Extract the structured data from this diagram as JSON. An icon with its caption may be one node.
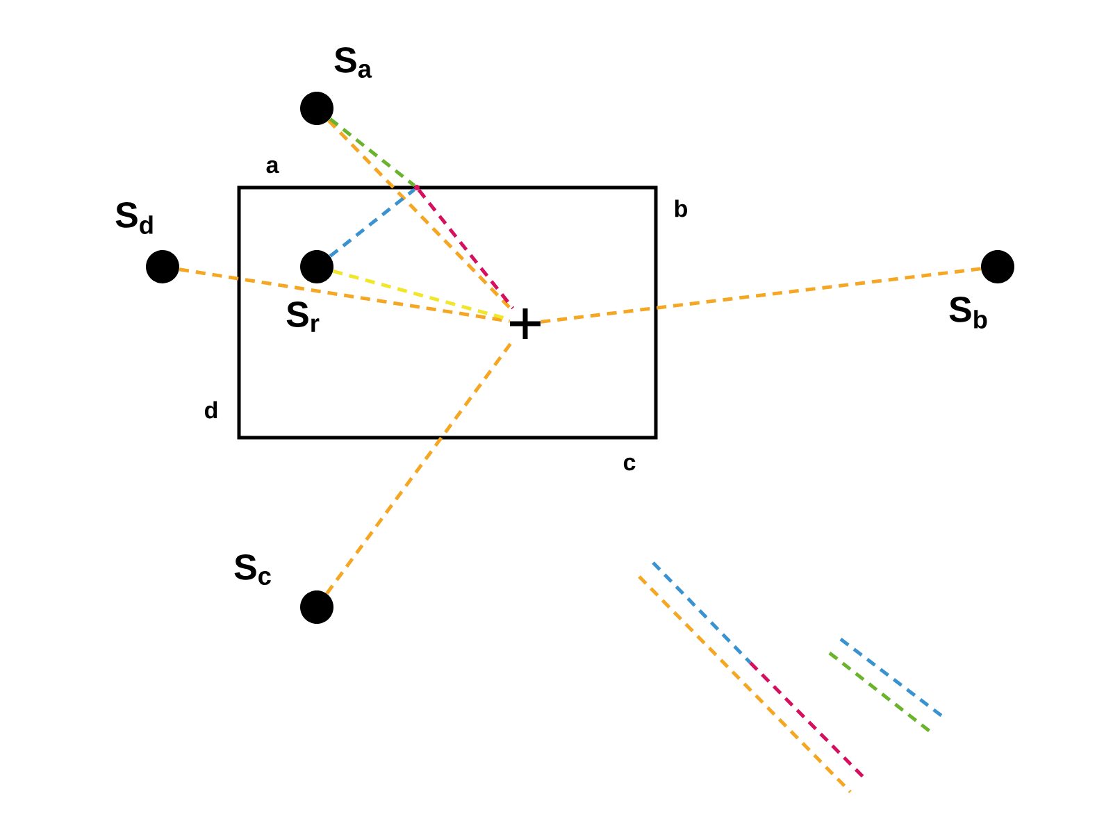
{
  "diagram": {
    "nodes": [
      {
        "text": [],
        "shape": "box"
      },
      {
        "text": [
          "S$_{a}$"
        ]
      },
      {
        "text": [
          "S$_{d}$"
        ]
      },
      {
        "text": [
          "S$_{r}$"
        ],
        "in": 0
      },
      {
        "text": [],
        "shape": "cross",
        "in": 0
      },
      {
        "text": [
          "S$_{b}$"
        ]
      },
      {
        "text": [
          "S$_{c}$"
        ]
      },
      {
        "text": [],
        "shape": "point"
      }
    ],
    "edges": [
      {
        "from": 1,
        "to": 4,
        "arrow": "none",
        "style": "dashed",
        "color": "#f5a623"
      },
      {
        "from": 2,
        "to": 4,
        "arrow": "none",
        "style": "dashed",
        "color": "#f5a623"
      },
      {
        "from": 5,
        "to": 4,
        "arrow": "none",
        "style": "dashed",
        "color": "#f5a623"
      },
      {
        "from": 6,
        "to": 4,
        "arrow": "none",
        "style": "dashed",
        "color": "#f5a623"
      },
      {
        "from": 3,
        "to": 4,
        "arrow": "none",
        "style": "dashed",
        "color": "#f0e62a"
      },
      {
        "from": 1,
        "to": 7,
        "arrow": "none",
        "style": "dashed",
        "color": "#6ab42d"
      },
      {
        "from": 3,
        "to": 7,
        "arrow": "none",
        "style": "dashed",
        "color": "#3a93d0"
      },
      {
        "from": 7,
        "to": 4,
        "arrow": "none",
        "style": "dashed",
        "color": "#d6105e"
      }
    ],
    "labels": [
      "a",
      "b",
      "d",
      "c"
    ]
  }
}
